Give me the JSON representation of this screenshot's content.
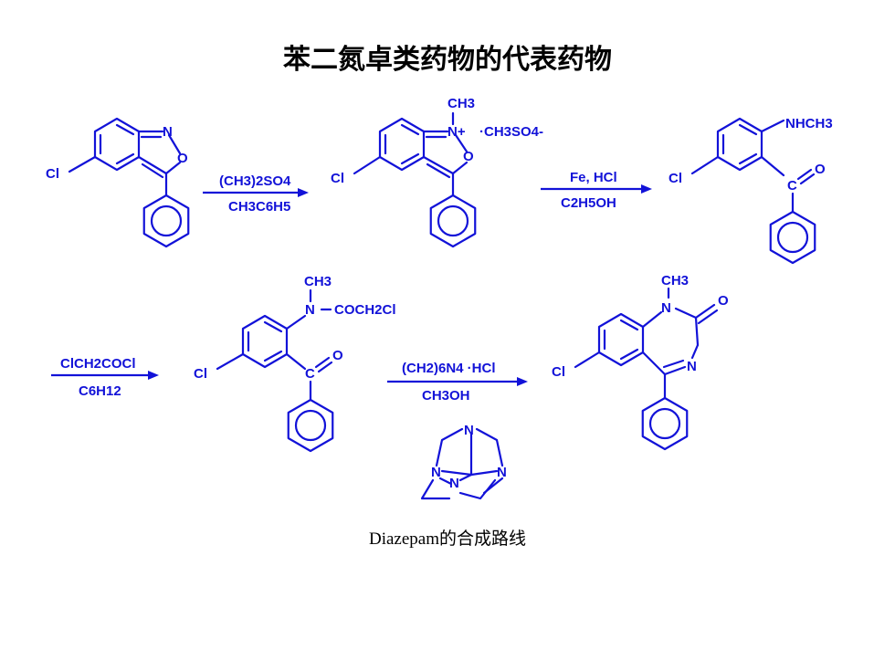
{
  "title": "苯二氮卓类药物的代表药物",
  "caption": "Diazepam的合成路线",
  "colors": {
    "structure": "#1212d8",
    "text": "#000000"
  },
  "atoms": {
    "cl": "Cl",
    "n": "N",
    "o": "O",
    "c": "C",
    "ch3": "CH3",
    "nhch3": "NHCH3",
    "coch2cl": "COCH2Cl",
    "n_plus": "N+",
    "ms_anion": "·CH3SO4-"
  },
  "steps": [
    {
      "reagent": "(CH3)2SO4",
      "solvent": "CH3C6H5"
    },
    {
      "reagent": "Fe, HCl",
      "solvent": "C2H5OH"
    },
    {
      "reagent": "ClCH2COCl",
      "solvent": "C6H12"
    },
    {
      "reagent": "(CH2)6N4 ·HCl",
      "solvent": "CH3OH"
    }
  ]
}
